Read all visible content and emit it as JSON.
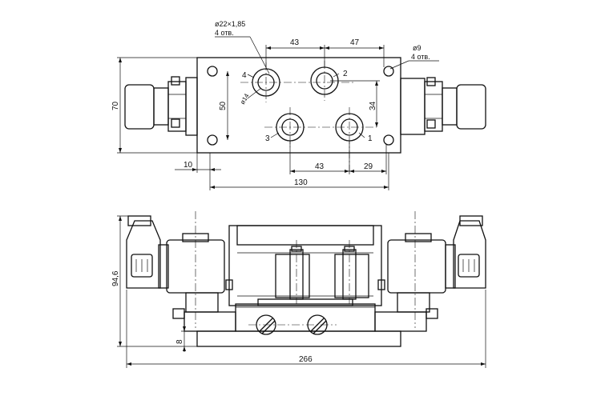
{
  "top_view": {
    "callout_big_hole": "ø22×1,85",
    "callout_big_hole_count": "4 отв.",
    "callout_small_hole": "ø9",
    "callout_small_hole_count": "4 отв.",
    "callout_port": "ø14",
    "port_labels": {
      "p1": "1",
      "p2": "2",
      "p3": "3",
      "p4": "4"
    },
    "dims": {
      "top_left": "43",
      "top_right": "47",
      "bottom_left": "43",
      "bottom_right": "29",
      "overall_width": "130",
      "offset": "10",
      "height": "70",
      "inner_height": "50",
      "port_spacing": "34"
    }
  },
  "front_view": {
    "dims": {
      "height": "94,6",
      "base": "8",
      "overall_length": "266"
    }
  }
}
